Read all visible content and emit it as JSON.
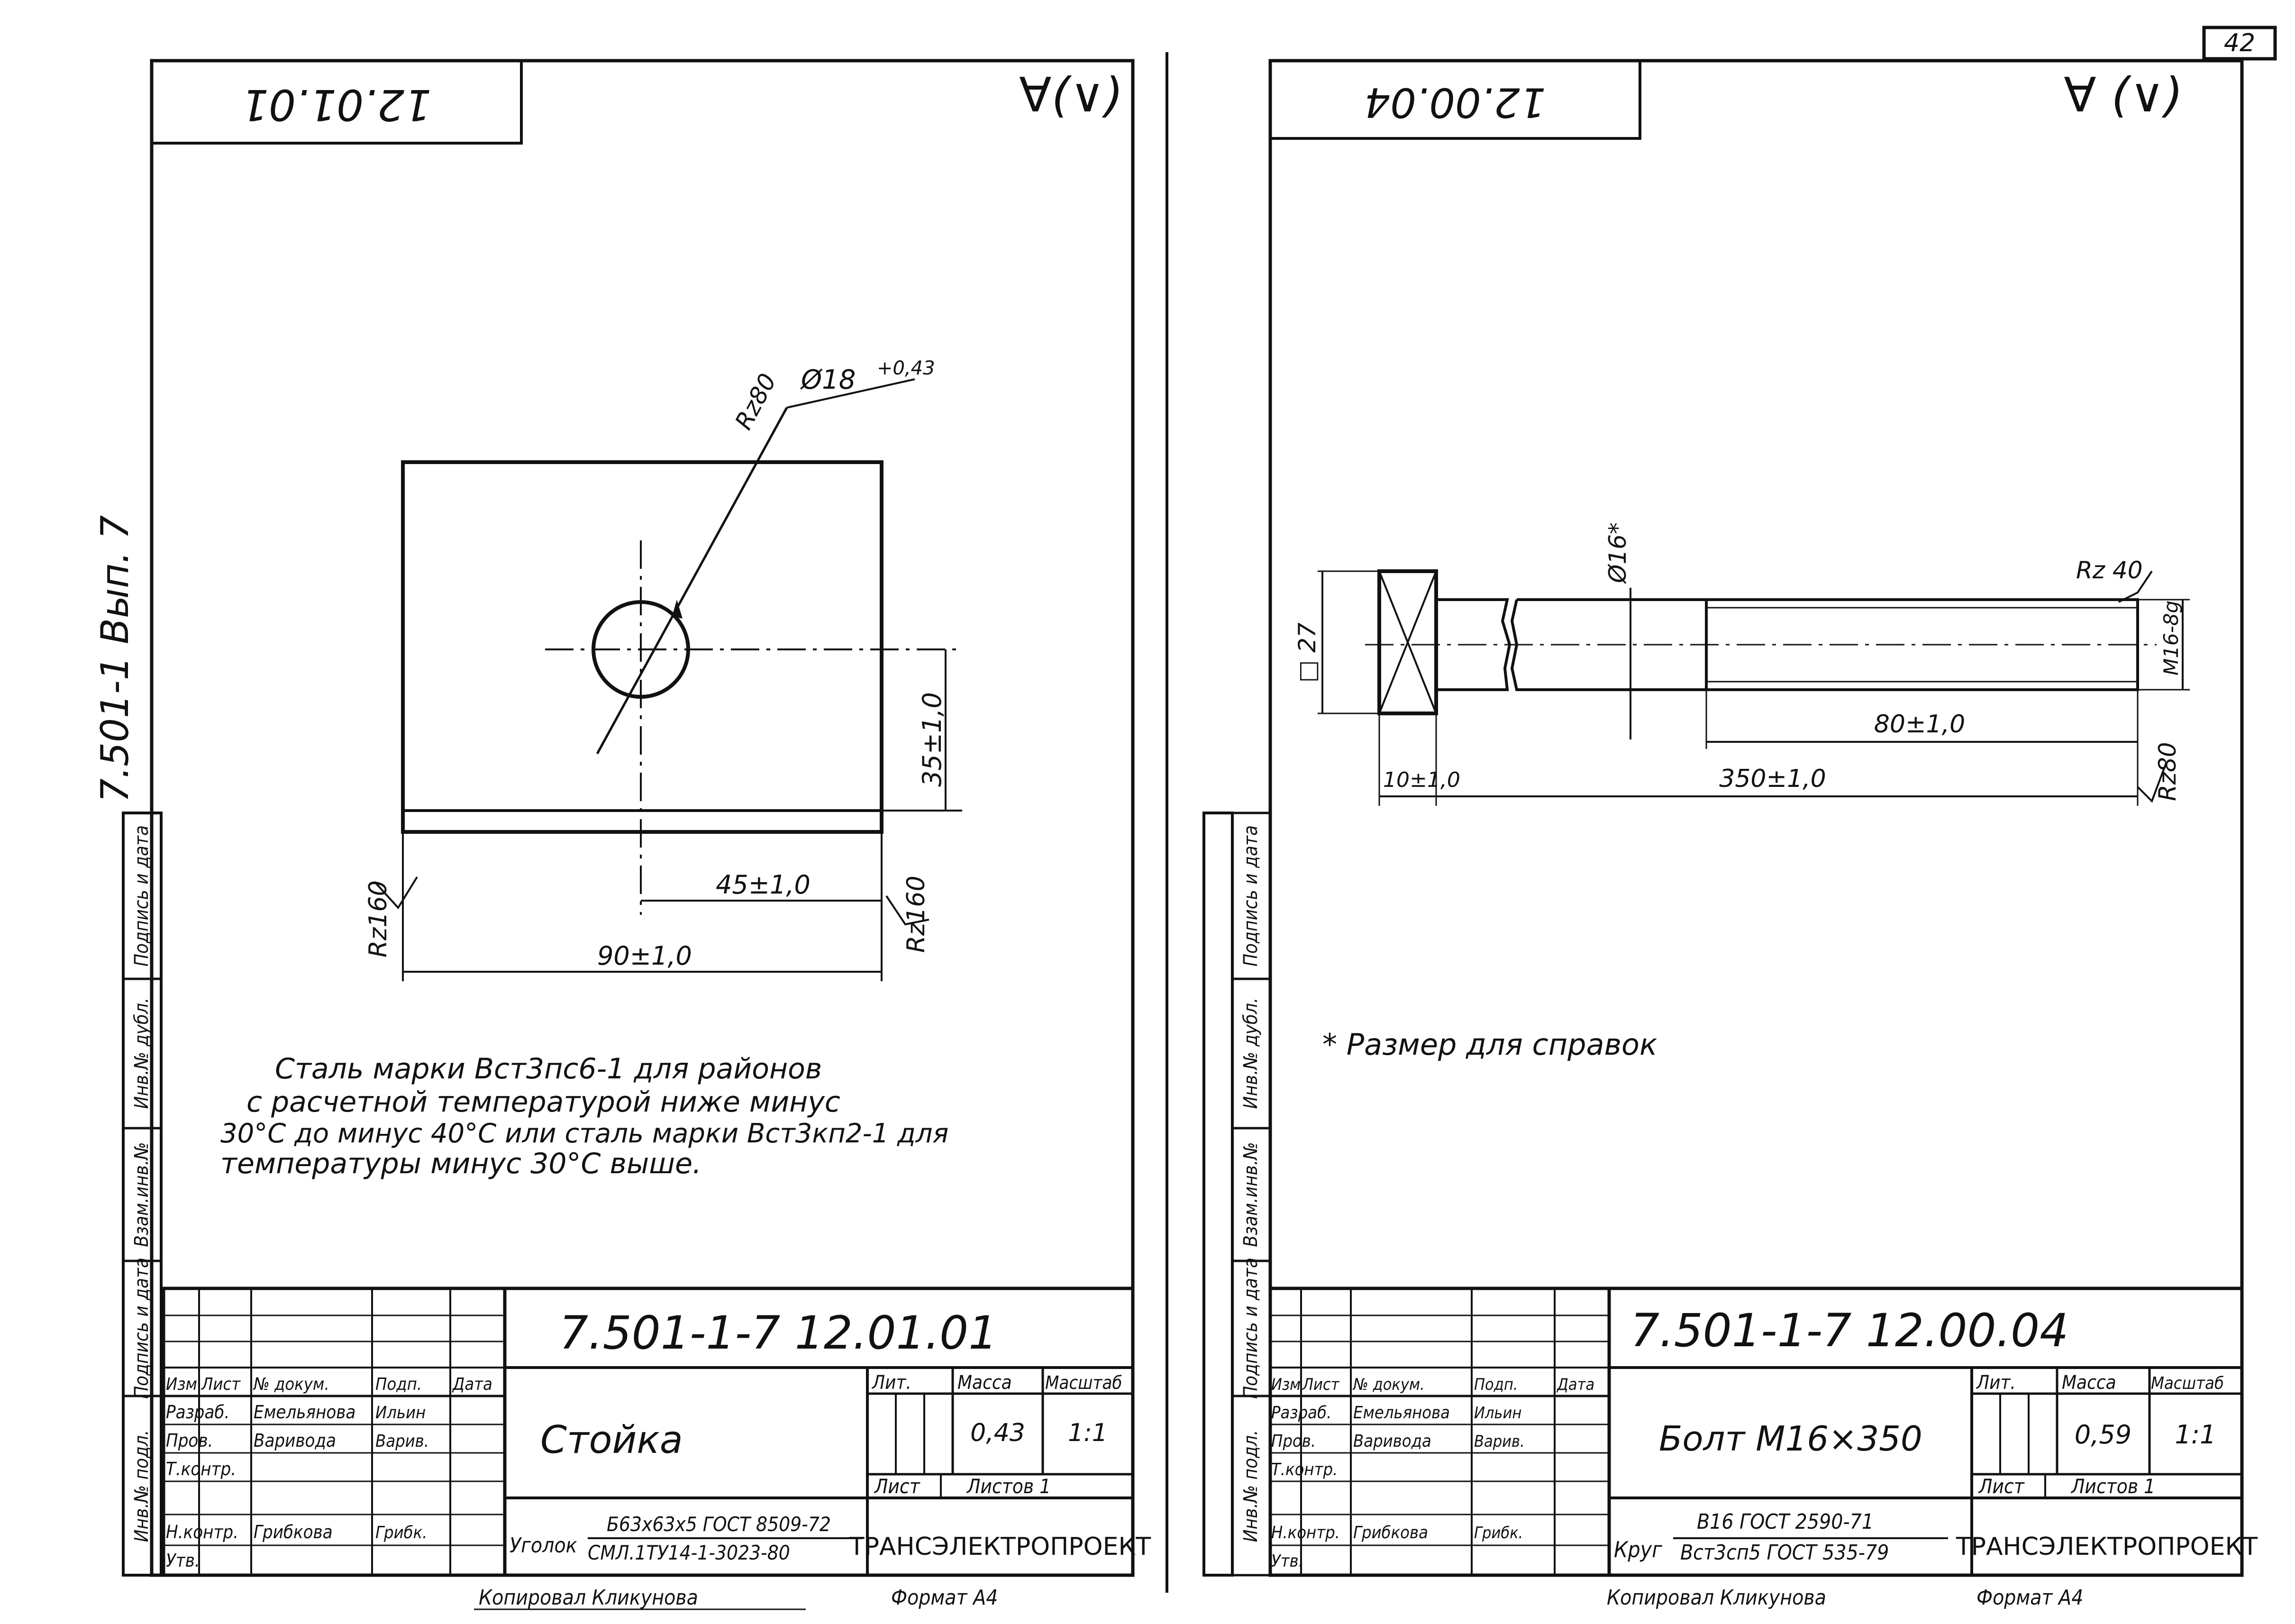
{
  "page_number": "42",
  "left_margin_series": "7.501-1 Вып. 7",
  "left_sheet": {
    "rotated_code": "12.01.01",
    "roughness": "∀(∨)",
    "drawing": {
      "hole_dim": "Ø18",
      "hole_tol": "+0,43",
      "rz_hole": "Rz80",
      "dim_vertical": "35±1,0",
      "dim_half": "45±1,0",
      "dim_total": "90±1,0",
      "rz_left": "Rz160",
      "rz_right": "Rz160"
    },
    "note": [
      "Сталь марки Вст3пс6-1 для районов",
      "с расчетной температурой ниже минус",
      "30°С до минус 40°С или сталь марки Вст3кп2-1 для",
      "температуры минус 30°С выше."
    ],
    "stamp": {
      "doc_code": "7.501-1-7   12.01.01",
      "title": "Стойка",
      "material_line1": "Уголок",
      "material_line2": "Б63х63х5 ГОСТ 8509-72",
      "material_line3": "СМЛ.1ТУ14-1-3023-80",
      "col_izm": "Изм",
      "col_list": "Лист",
      "col_doc": "№ докум.",
      "col_sign": "Подп.",
      "col_date": "Дата",
      "razrab": "Разраб.",
      "razrab_name": "Емельянова",
      "razrab_sign": "Ильин",
      "prov": "Пров.",
      "prov_name": "Варивода",
      "prov_sign": "Варив.",
      "tkontr": "Т.контр.",
      "nkontr": "Н.контр.",
      "nkontr_name": "Грибкова",
      "nkontr_sign": "Грибк.",
      "utv": "Утв.",
      "lit": "Лит.",
      "massa": "Масса",
      "masshtab": "Масштаб",
      "massa_val": "0,43",
      "scale_val": "1:1",
      "list": "Лист",
      "listov": "Листов 1",
      "org": "ТРАНСЭЛЕКТРОПРОЕКТ",
      "kopir": "Копировал Кликунова",
      "format": "Формат А4"
    }
  },
  "right_sheet": {
    "rotated_code": "12.00.04",
    "roughness": "∀ (∨)",
    "drawing": {
      "dia": "Ø16*",
      "square": "□ 27",
      "rz_end": "Rz 40",
      "thread": "M16-8g",
      "dim_thread_len": "80±1,0",
      "dim_head": "10±1,0",
      "dim_total": "350±1,0",
      "rz_80": "Rz80"
    },
    "note": "* Размер для справок",
    "stamp": {
      "doc_code": "7.501-1-7       12.00.04",
      "title": "Болт М16×350",
      "material_line1": "Круг",
      "material_line2": "В16 ГОСТ 2590-71",
      "material_line3": "Вст3сп5 ГОСТ 535-79",
      "col_izm": "Изм",
      "col_list": "Лист",
      "col_doc": "№ докум.",
      "col_sign": "Подп.",
      "col_date": "Дата",
      "razrab": "Разраб.",
      "razrab_name": "Емельянова",
      "razrab_sign": "Ильин",
      "prov": "Пров.",
      "prov_name": "Варивода",
      "prov_sign": "Варив.",
      "tkontr": "Т.контр.",
      "nkontr": "Н.контр.",
      "nkontr_name": "Грибкова",
      "nkontr_sign": "Грибк.",
      "utv": "Утв.",
      "lit": "Лит.",
      "massa": "Масса",
      "masshtab": "Масштаб",
      "massa_val": "0,59",
      "scale_val": "1:1",
      "list": "Лист",
      "listov": "Листов 1",
      "org": "ТРАНСЭЛЕКТРОПРОЕКТ",
      "kopir": "Копировал Кликунова",
      "format": "Формат А4"
    }
  },
  "side_labels": {
    "inv_podl": "Инв.№ подл.",
    "podp_data": "Подпись и дата",
    "vzam_inv": "Взам.инв.№",
    "inv_dubl": "Инв.№ дубл.",
    "podp_data2": "Подпись и дата"
  }
}
